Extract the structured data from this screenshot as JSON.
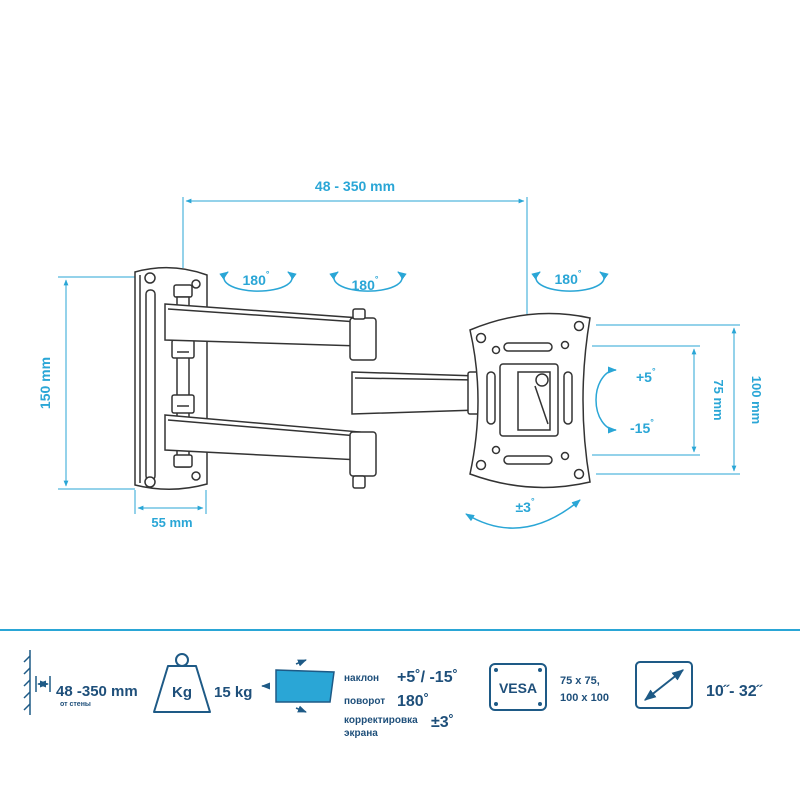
{
  "colors": {
    "accent": "#2aa6d6",
    "dark_blue": "#1e5a86",
    "outline": "#333333"
  },
  "dimensions": {
    "reach": "48 - 350 mm",
    "height": "150 mm",
    "depth": "55 mm",
    "vesa_small": "75 mm",
    "vesa_large": "100 mm"
  },
  "rotations": {
    "swivel_1": "180",
    "swivel_2": "180",
    "swivel_3": "180",
    "tilt_up": "+5",
    "tilt_down": "-15",
    "level": "±3"
  },
  "degree_symbol": "°",
  "specs": {
    "wall_distance_value": "48 -350 mm",
    "wall_distance_caption": "от стены",
    "weight_badge": "Kg",
    "weight_value": "15 kg",
    "tilt_label": "наклон",
    "tilt_value": "+5˚/ -15˚",
    "swivel_label": "поворот",
    "swivel_value": "180˚",
    "level_label_1": "корректировка",
    "level_label_2": "экрана",
    "level_value": "±3˚",
    "vesa_badge": "VESA",
    "vesa_value_1": "75 x 75,",
    "vesa_value_2": "100 x 100",
    "screen_size": "10˝- 32˝"
  }
}
